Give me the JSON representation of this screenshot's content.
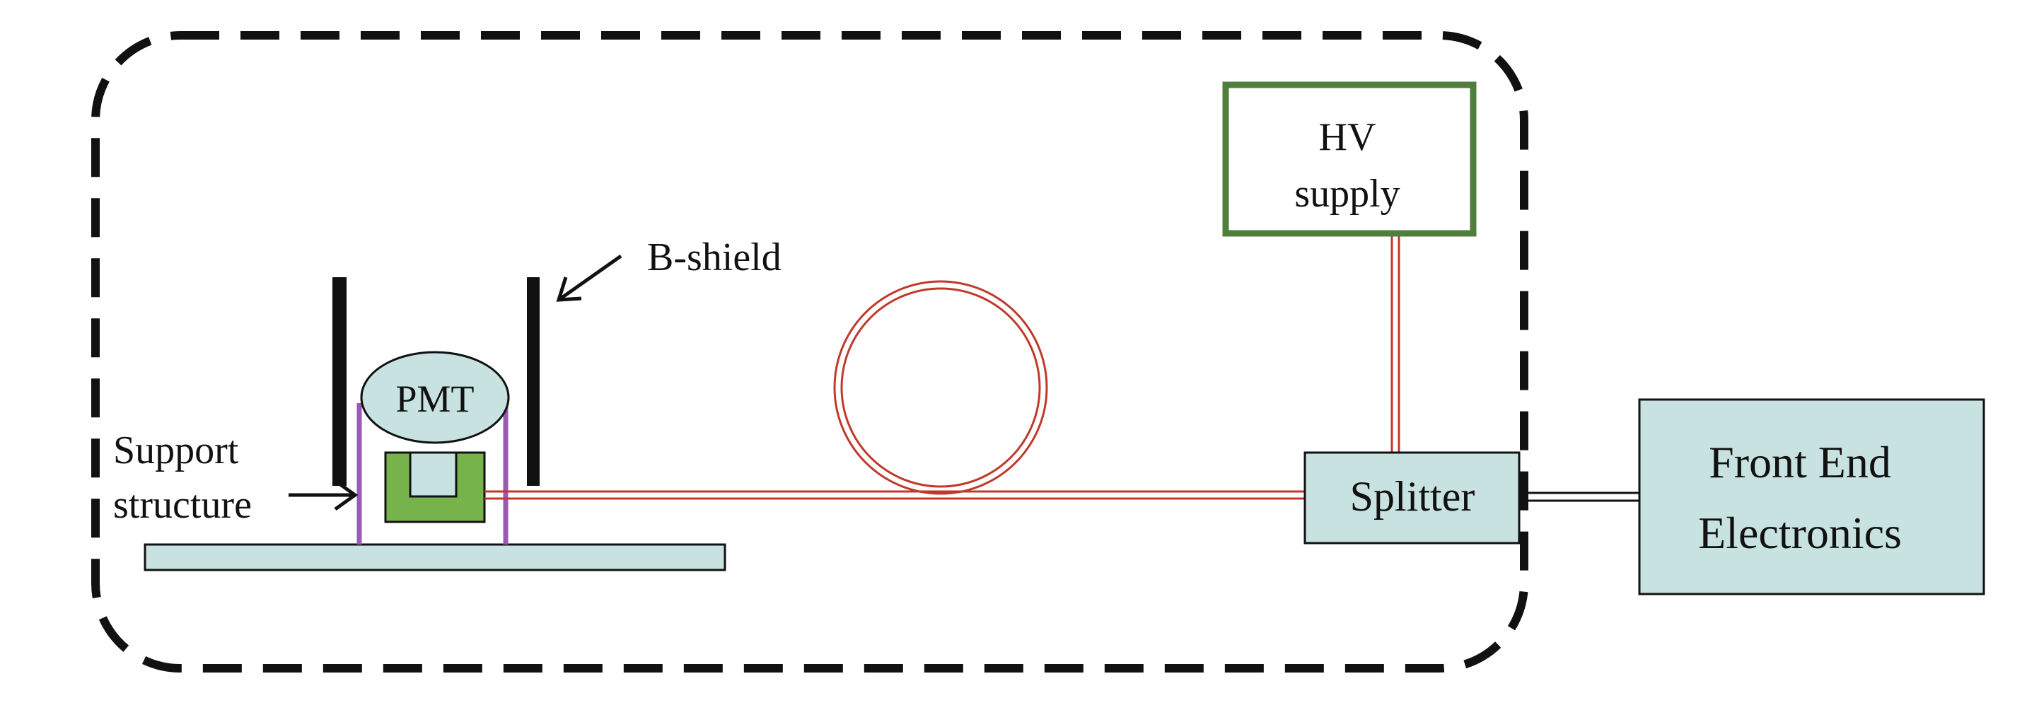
{
  "labels": {
    "hv_line1": "HV",
    "hv_line2": "supply",
    "bshield": "B-shield",
    "pmt": "PMT",
    "support_line1": "Support",
    "support_line2": "structure",
    "splitter": "Splitter",
    "fee_line1": "Front End",
    "fee_line2": "Electronics"
  },
  "colors": {
    "dashed_boundary": "#111111",
    "box_fill": "#c7e2e0",
    "hv_border": "#4e7f3b",
    "cable": "#c0392b",
    "support_post": "#9b59b6",
    "mount_fill": "#76b44b",
    "shield": "#111111"
  }
}
